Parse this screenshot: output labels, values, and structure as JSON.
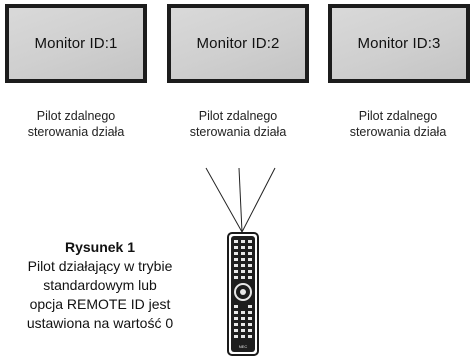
{
  "monitors": [
    {
      "label": "Monitor ID:1"
    },
    {
      "label": "Monitor ID:2"
    },
    {
      "label": "Monitor ID:3"
    }
  ],
  "captions": [
    {
      "line1": "Pilot zdalnego",
      "line2": "sterowania działa"
    },
    {
      "line1": "Pilot zdalnego",
      "line2": "sterowania działa"
    },
    {
      "line1": "Pilot zdalnego",
      "line2": "sterowania działa"
    }
  ],
  "figure": {
    "title": "Rysunek 1",
    "lines": [
      "Pilot działający w trybie",
      "standardowym lub",
      "opcja REMOTE ID jest",
      "ustawiona na wartość 0"
    ]
  },
  "remote": {
    "brand": "NEC"
  }
}
